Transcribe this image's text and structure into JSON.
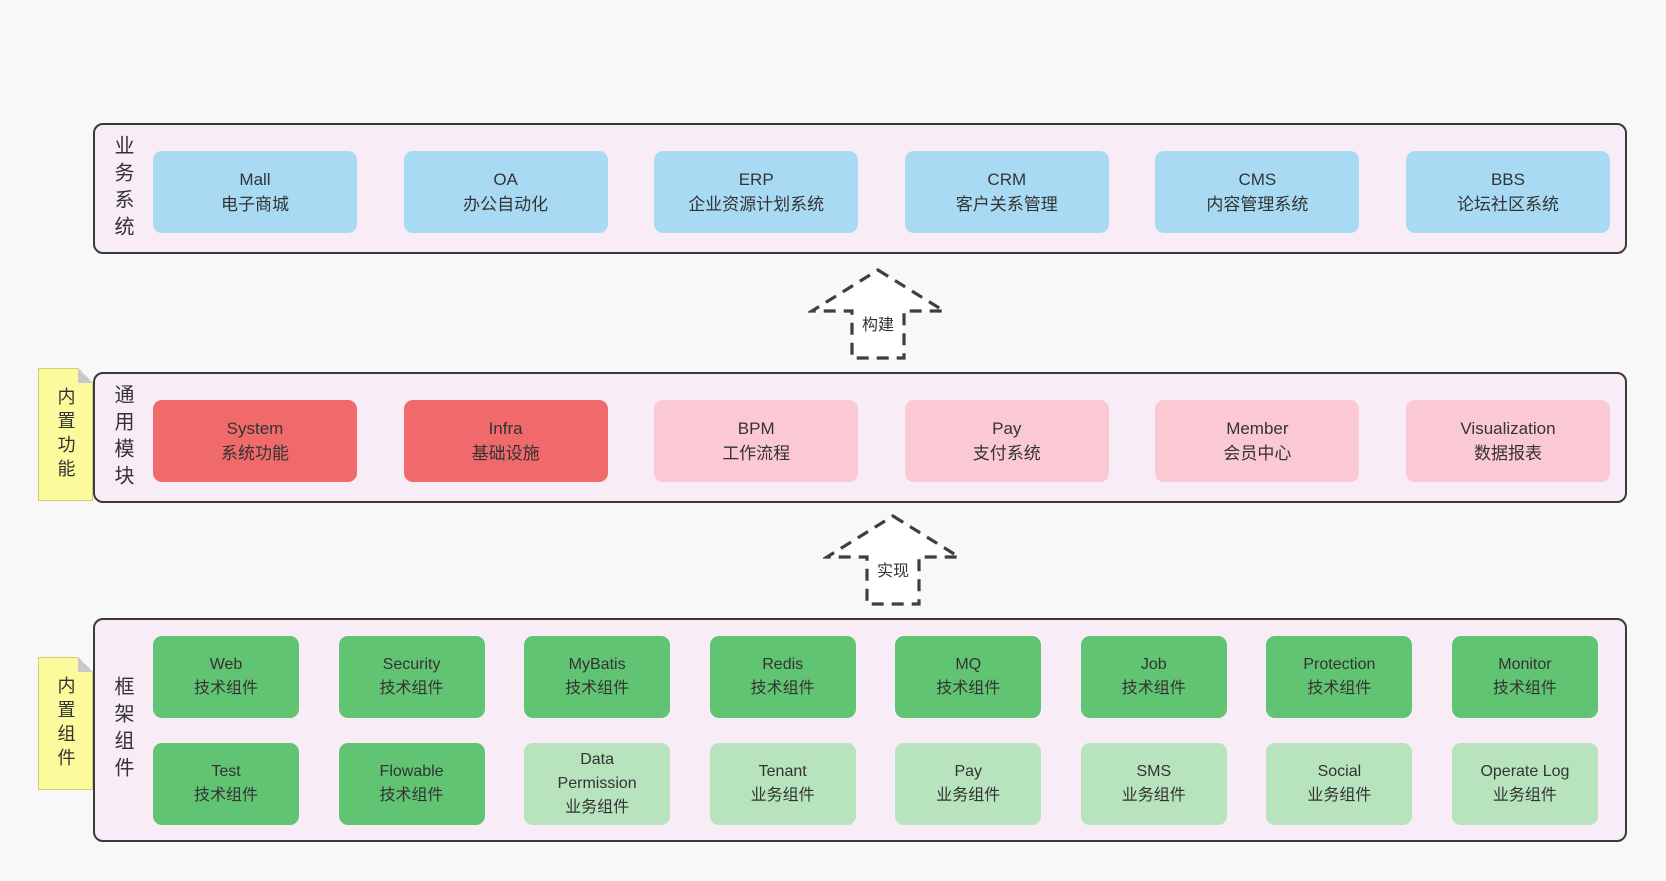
{
  "colors": {
    "page_bg": "#f8f8f8",
    "layer_bg": "#f8ecf6",
    "layer_border": "#3a3a3a",
    "blue_box": "#a8dbf3",
    "red_box": "#f0696b",
    "pink_box": "#fbc9d3",
    "green_box": "#61c473",
    "light_green_box": "#b7e3bd",
    "tag_bg": "#fbfa9d",
    "text": "#333333"
  },
  "layers": {
    "business": {
      "label": "业务系统",
      "boxes": [
        {
          "name": "Mall",
          "desc": "电子商城",
          "variant": "blue"
        },
        {
          "name": "OA",
          "desc": "办公自动化",
          "variant": "blue"
        },
        {
          "name": "ERP",
          "desc": "企业资源计划系统",
          "variant": "blue"
        },
        {
          "name": "CRM",
          "desc": "客户关系管理",
          "variant": "blue"
        },
        {
          "name": "CMS",
          "desc": "内容管理系统",
          "variant": "blue"
        },
        {
          "name": "BBS",
          "desc": "论坛社区系统",
          "variant": "blue"
        }
      ]
    },
    "modules": {
      "label": "通用模块",
      "tag": "内置功能",
      "boxes": [
        {
          "name": "System",
          "desc": "系统功能",
          "variant": "red"
        },
        {
          "name": "Infra",
          "desc": "基础设施",
          "variant": "red"
        },
        {
          "name": "BPM",
          "desc": "工作流程",
          "variant": "pink"
        },
        {
          "name": "Pay",
          "desc": "支付系统",
          "variant": "pink"
        },
        {
          "name": "Member",
          "desc": "会员中心",
          "variant": "pink"
        },
        {
          "name": "Visualization",
          "desc": "数据报表",
          "variant": "pink"
        }
      ]
    },
    "framework": {
      "label": "框架组件",
      "tag": "内置组件",
      "row1": [
        {
          "name": "Web",
          "desc": "技术组件",
          "variant": "green"
        },
        {
          "name": "Security",
          "desc": "技术组件",
          "variant": "green"
        },
        {
          "name": "MyBatis",
          "desc": "技术组件",
          "variant": "green"
        },
        {
          "name": "Redis",
          "desc": "技术组件",
          "variant": "green"
        },
        {
          "name": "MQ",
          "desc": "技术组件",
          "variant": "green"
        },
        {
          "name": "Job",
          "desc": "技术组件",
          "variant": "green"
        },
        {
          "name": "Protection",
          "desc": "技术组件",
          "variant": "green"
        },
        {
          "name": "Monitor",
          "desc": "技术组件",
          "variant": "green"
        }
      ],
      "row2": [
        {
          "name": "Test",
          "desc": "技术组件",
          "variant": "green"
        },
        {
          "name": "Flowable",
          "desc": "技术组件",
          "variant": "green"
        },
        {
          "name": "Data Permission",
          "desc": "业务组件",
          "variant": "light_green"
        },
        {
          "name": "Tenant",
          "desc": "业务组件",
          "variant": "light_green"
        },
        {
          "name": "Pay",
          "desc": "业务组件",
          "variant": "light_green"
        },
        {
          "name": "SMS",
          "desc": "业务组件",
          "variant": "light_green"
        },
        {
          "name": "Social",
          "desc": "业务组件",
          "variant": "light_green"
        },
        {
          "name": "Operate Log",
          "desc": "业务组件",
          "variant": "light_green"
        }
      ]
    }
  },
  "arrows": [
    {
      "label": "构建"
    },
    {
      "label": "实现"
    }
  ]
}
